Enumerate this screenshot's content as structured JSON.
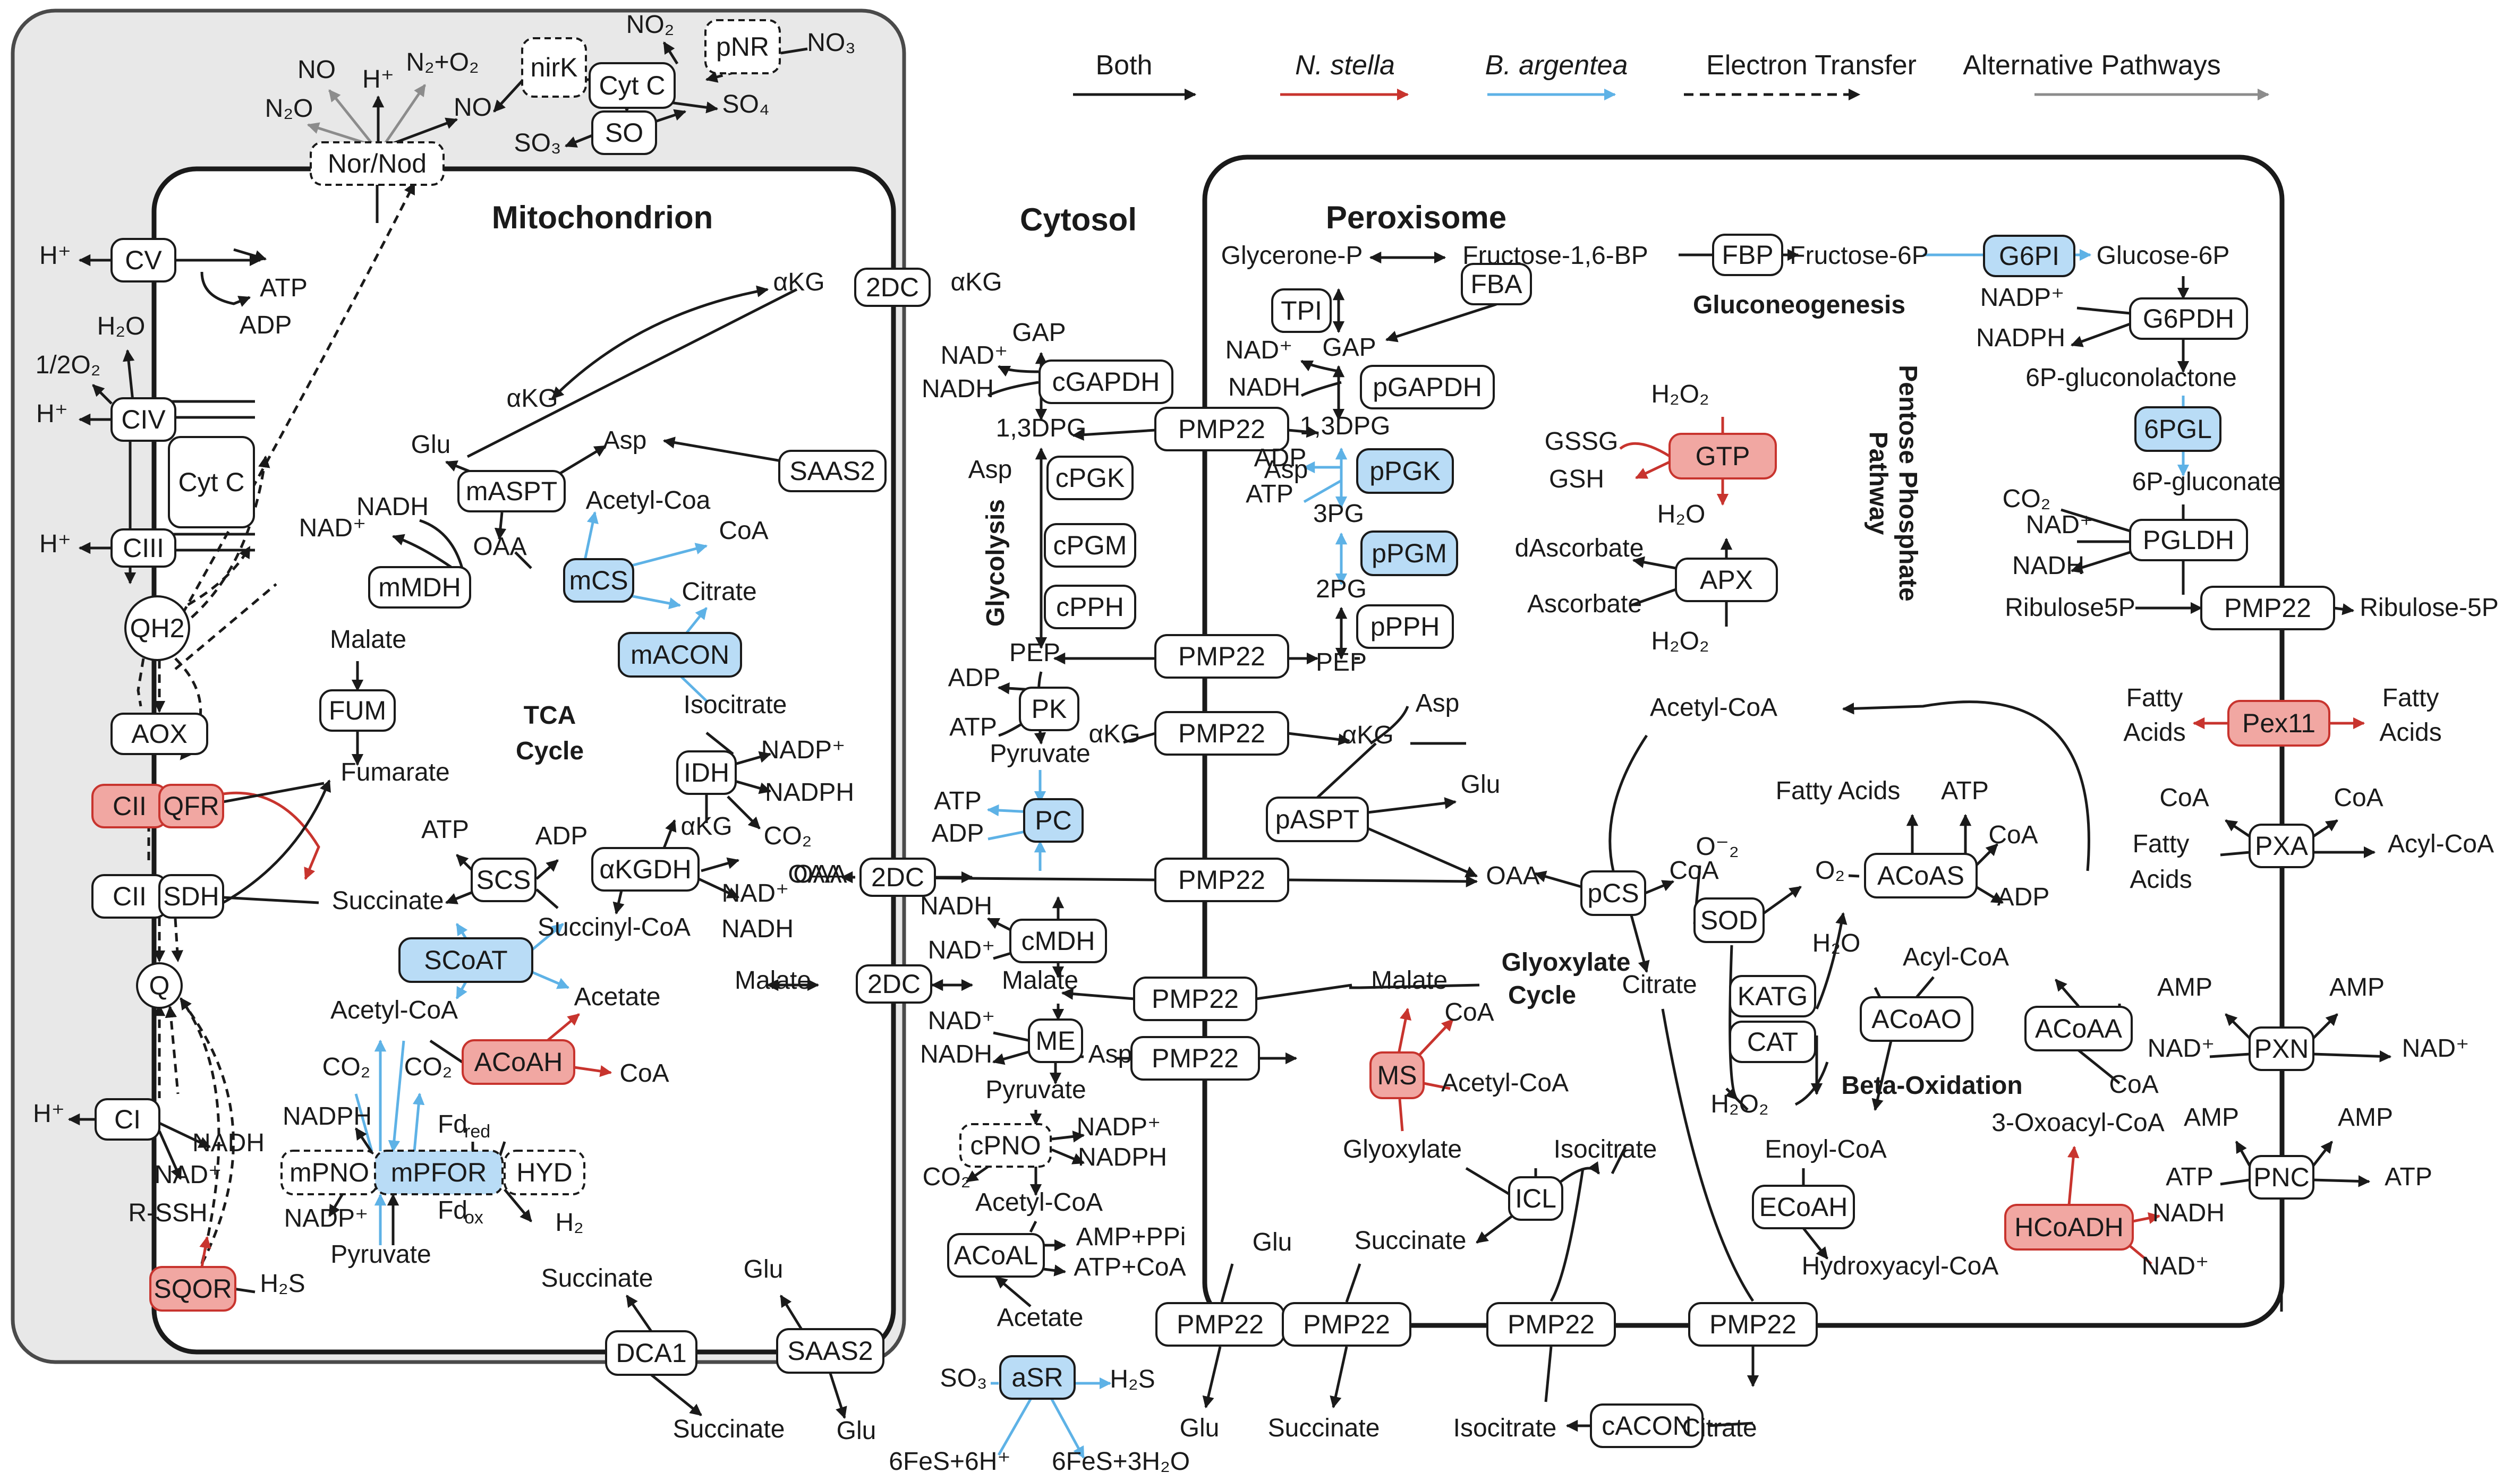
{
  "legend": {
    "both": "Both",
    "n_stella": "N. stella",
    "b_argentea": "B. argentea",
    "electron_transfer": "Electron Transfer",
    "alternative_pathways": "Alternative Pathways"
  },
  "colors": {
    "both": "#1a1a1a",
    "n_stella": "#c8342e",
    "b_argentea": "#5eb2e6",
    "alternative": "#8c8c8c",
    "n_stella_fill": "#f1a7a2",
    "b_argentea_fill": "#b9dcf6",
    "outer_compartment_fill": "#e8e8e8"
  },
  "compartments": {
    "mitochondrion": "Mitochondrion",
    "cytosol": "Cytosol",
    "peroxisome": "Peroxisome"
  },
  "labels": [
    {
      "id": "l1",
      "t": "NO"
    },
    {
      "id": "l2",
      "t": "H⁺"
    },
    {
      "id": "l3",
      "t": "N₂+O₂"
    },
    {
      "id": "l4",
      "t": "N₂O"
    },
    {
      "id": "l5",
      "t": "NO"
    },
    {
      "id": "l6",
      "t": "NO₂"
    },
    {
      "id": "l7",
      "t": "NO₃"
    },
    {
      "id": "l8",
      "t": "SO₄"
    },
    {
      "id": "l9",
      "t": "SO₃"
    },
    {
      "id": "l10",
      "t": "H⁺"
    },
    {
      "id": "l11",
      "t": "ATP"
    },
    {
      "id": "l12",
      "t": "ADP"
    },
    {
      "id": "l13",
      "t": "H₂O"
    },
    {
      "id": "l14",
      "t": "1/2O₂"
    },
    {
      "id": "l15",
      "t": "H⁺"
    },
    {
      "id": "l16",
      "t": "H⁺"
    },
    {
      "id": "l17",
      "t": "H⁺"
    },
    {
      "id": "l18",
      "t": "NADH"
    },
    {
      "id": "l19",
      "t": "NAD⁺"
    },
    {
      "id": "l20",
      "t": "R-SSH"
    },
    {
      "id": "l21",
      "t": "H₂S"
    },
    {
      "id": "l22",
      "t": "αKG"
    },
    {
      "id": "l23",
      "t": "αKG"
    },
    {
      "id": "l24",
      "t": "αKG"
    },
    {
      "id": "l25",
      "t": "Glu"
    },
    {
      "id": "l26",
      "t": "Asp"
    },
    {
      "id": "l27",
      "t": "Asp"
    },
    {
      "id": "l28",
      "t": "NADH"
    },
    {
      "id": "l29",
      "t": "NAD⁺"
    },
    {
      "id": "l30",
      "t": "OAA"
    },
    {
      "id": "l31",
      "t": "Acetyl-Coa"
    },
    {
      "id": "l32",
      "t": "CoA"
    },
    {
      "id": "l33",
      "t": "Citrate"
    },
    {
      "id": "l34",
      "t": "Isocitrate"
    },
    {
      "id": "l35",
      "t": "Malate"
    },
    {
      "id": "l36",
      "t": "Fumarate"
    },
    {
      "id": "l37",
      "t": "TCA"
    },
    {
      "id": "l38",
      "t": "Cycle"
    },
    {
      "id": "l39",
      "t": "NADP⁺"
    },
    {
      "id": "l40",
      "t": "NADPH"
    },
    {
      "id": "l41",
      "t": "CO₂"
    },
    {
      "id": "l42",
      "t": "αKG"
    },
    {
      "id": "l43",
      "t": "NAD⁺"
    },
    {
      "id": "l44",
      "t": "NADH"
    },
    {
      "id": "l45",
      "t": "OAA"
    },
    {
      "id": "l46",
      "t": "Succinyl-CoA"
    },
    {
      "id": "l47",
      "t": "ATP"
    },
    {
      "id": "l48",
      "t": "ADP"
    },
    {
      "id": "l49",
      "t": "Succinate"
    },
    {
      "id": "l50",
      "t": "Acetyl-CoA"
    },
    {
      "id": "l51",
      "t": "Acetate"
    },
    {
      "id": "l52",
      "t": "CoA"
    },
    {
      "id": "l53",
      "t": "CO₂"
    },
    {
      "id": "l54",
      "t": "CO₂"
    },
    {
      "id": "l55",
      "t": "NADPH"
    },
    {
      "id": "l56",
      "t": "NADP⁺"
    },
    {
      "id": "l57",
      "t": "Pyruvate"
    },
    {
      "id": "l58",
      "t": "Fd"
    },
    {
      "id": "l59",
      "t": "Fd"
    },
    {
      "id": "l60",
      "t": "H₂"
    },
    {
      "id": "l61",
      "t": "Succinate"
    },
    {
      "id": "l62",
      "t": "Glu"
    },
    {
      "id": "l63",
      "t": "Succinate"
    },
    {
      "id": "l64",
      "t": "Glu"
    },
    {
      "id": "l65",
      "t": "NAD⁺"
    },
    {
      "id": "l66",
      "t": "NADH"
    },
    {
      "id": "l67",
      "t": "GAP"
    },
    {
      "id": "l68",
      "t": "1,3DPG"
    },
    {
      "id": "l69",
      "t": "Glycolysis"
    },
    {
      "id": "l70",
      "t": "ADP"
    },
    {
      "id": "l71",
      "t": "ATP"
    },
    {
      "id": "l72",
      "t": "PEP"
    },
    {
      "id": "l73",
      "t": "Pyruvate"
    },
    {
      "id": "l74",
      "t": "ATP"
    },
    {
      "id": "l75",
      "t": "ADP"
    },
    {
      "id": "l76",
      "t": "OAA"
    },
    {
      "id": "l77",
      "t": "NADH"
    },
    {
      "id": "l78",
      "t": "NAD⁺"
    },
    {
      "id": "l79",
      "t": "Malate"
    },
    {
      "id": "l80",
      "t": "Malate"
    },
    {
      "id": "l81",
      "t": "NAD⁺"
    },
    {
      "id": "l82",
      "t": "NADH"
    },
    {
      "id": "l83",
      "t": "Asp"
    },
    {
      "id": "l84",
      "t": "Pyruvate"
    },
    {
      "id": "l85",
      "t": "NADP⁺"
    },
    {
      "id": "l86",
      "t": "NADPH"
    },
    {
      "id": "l87",
      "t": "CO₂"
    },
    {
      "id": "l88",
      "t": "Acetyl-CoA"
    },
    {
      "id": "l89",
      "t": "AMP+PPi"
    },
    {
      "id": "l90",
      "t": "ATP+CoA"
    },
    {
      "id": "l91",
      "t": "Acetate"
    },
    {
      "id": "l92",
      "t": "SO₃"
    },
    {
      "id": "l93",
      "t": "H₂S"
    },
    {
      "id": "l94",
      "t": "6FeS+6H⁺"
    },
    {
      "id": "l95",
      "t": "6FeS+3H₂O"
    },
    {
      "id": "l96",
      "t": "αKG"
    },
    {
      "id": "l97",
      "t": "Asp"
    },
    {
      "id": "l98",
      "t": "Glycerone-P"
    },
    {
      "id": "l99",
      "t": "Fructose-1,6-BP"
    },
    {
      "id": "l100",
      "t": "Fructose-6P"
    },
    {
      "id": "l101",
      "t": "Glucose-6P"
    },
    {
      "id": "l102",
      "t": "Gluconeogenesis"
    },
    {
      "id": "l103",
      "t": "NAD⁺"
    },
    {
      "id": "l104",
      "t": "GAP"
    },
    {
      "id": "l105",
      "t": "NADH"
    },
    {
      "id": "l106",
      "t": "1,3DPG"
    },
    {
      "id": "l107",
      "t": "ADP"
    },
    {
      "id": "l108",
      "t": "ATP"
    },
    {
      "id": "l109",
      "t": "3PG"
    },
    {
      "id": "l110",
      "t": "2PG"
    },
    {
      "id": "l111",
      "t": "PEP"
    },
    {
      "id": "l112",
      "t": "αKG"
    },
    {
      "id": "l113",
      "t": "Asp"
    },
    {
      "id": "l114",
      "t": "Glu"
    },
    {
      "id": "l115",
      "t": "OAA"
    },
    {
      "id": "l116",
      "t": "H₂O₂"
    },
    {
      "id": "l117",
      "t": "GSSG"
    },
    {
      "id": "l118",
      "t": "GSH"
    },
    {
      "id": "l119",
      "t": "H₂O"
    },
    {
      "id": "l120",
      "t": "dAscorbate"
    },
    {
      "id": "l121",
      "t": "Ascorbate"
    },
    {
      "id": "l122",
      "t": "H₂O₂"
    },
    {
      "id": "l123",
      "t": "NADP⁺"
    },
    {
      "id": "l124",
      "t": "NADPH"
    },
    {
      "id": "l125",
      "t": "6P-gluconolactone"
    },
    {
      "id": "l126",
      "t": "CO₂"
    },
    {
      "id": "l127",
      "t": "6P-gluconate"
    },
    {
      "id": "l128",
      "t": "NAD⁺"
    },
    {
      "id": "l129",
      "t": "NADH"
    },
    {
      "id": "l130",
      "t": "Ribulose5P"
    },
    {
      "id": "l131",
      "t": "Ribulose-5P"
    },
    {
      "id": "l132",
      "t": "Pentose Phosphate"
    },
    {
      "id": "l133",
      "t": "Pathway"
    },
    {
      "id": "l134",
      "t": "Acetyl-CoA"
    },
    {
      "id": "l135",
      "t": "Fatty Acids"
    },
    {
      "id": "l136",
      "t": "ATP"
    },
    {
      "id": "l137",
      "t": "CoA"
    },
    {
      "id": "l138",
      "t": "ADP"
    },
    {
      "id": "l139",
      "t": "O⁻₂"
    },
    {
      "id": "l140",
      "t": "O₂"
    },
    {
      "id": "l141",
      "t": "CoA"
    },
    {
      "id": "l142",
      "t": "Citrate"
    },
    {
      "id": "l143",
      "t": "Glyoxylate"
    },
    {
      "id": "l144",
      "t": "Cycle"
    },
    {
      "id": "l145",
      "t": "Malate"
    },
    {
      "id": "l146",
      "t": "CoA"
    },
    {
      "id": "l147",
      "t": "Acetyl-CoA"
    },
    {
      "id": "l148",
      "t": "H₂O"
    },
    {
      "id": "l149",
      "t": "Acyl-CoA"
    },
    {
      "id": "l150",
      "t": "H₂O₂"
    },
    {
      "id": "l151",
      "t": "Beta-Oxidation"
    },
    {
      "id": "l152",
      "t": "CoA"
    },
    {
      "id": "l153",
      "t": "3-Oxoacyl-CoA"
    },
    {
      "id": "l154",
      "t": "Enoyl-CoA"
    },
    {
      "id": "l155",
      "t": "Glyoxylate"
    },
    {
      "id": "l156",
      "t": "Isocitrate"
    },
    {
      "id": "l157",
      "t": "Succinate"
    },
    {
      "id": "l158",
      "t": "Glu"
    },
    {
      "id": "l159",
      "t": "NADH"
    },
    {
      "id": "l160",
      "t": "NAD⁺"
    },
    {
      "id": "l161",
      "t": "Hydroxyacyl-CoA"
    },
    {
      "id": "l162",
      "t": "Glu"
    },
    {
      "id": "l163",
      "t": "Succinate"
    },
    {
      "id": "l164",
      "t": "Isocitrate"
    },
    {
      "id": "l165",
      "t": "Citrate"
    },
    {
      "id": "l166",
      "t": "Fatty"
    },
    {
      "id": "l167",
      "t": "Acids"
    },
    {
      "id": "l168",
      "t": "Fatty"
    },
    {
      "id": "l169",
      "t": "Acids"
    },
    {
      "id": "l170",
      "t": "CoA"
    },
    {
      "id": "l171",
      "t": "CoA"
    },
    {
      "id": "l172",
      "t": "Fatty"
    },
    {
      "id": "l173",
      "t": "Acids"
    },
    {
      "id": "l174",
      "t": "Acyl-CoA"
    },
    {
      "id": "l175",
      "t": "AMP"
    },
    {
      "id": "l176",
      "t": "AMP"
    },
    {
      "id": "l177",
      "t": "NAD⁺"
    },
    {
      "id": "l178",
      "t": "NAD⁺"
    },
    {
      "id": "l179",
      "t": "AMP"
    },
    {
      "id": "l180",
      "t": "AMP"
    },
    {
      "id": "l181",
      "t": "ATP"
    },
    {
      "id": "l182",
      "t": "ATP"
    }
  ],
  "subscripts": {
    "fd_red": "red",
    "fd_ox": "ox"
  },
  "nodes": [
    {
      "id": "nirK",
      "t": "nirK"
    },
    {
      "id": "CytC1",
      "t": "Cyt C"
    },
    {
      "id": "pNR",
      "t": "pNR"
    },
    {
      "id": "SO",
      "t": "SO"
    },
    {
      "id": "NorNod",
      "t": "Nor/Nod"
    },
    {
      "id": "CV",
      "t": "CV"
    },
    {
      "id": "CIV",
      "t": "CIV"
    },
    {
      "id": "CytC2",
      "t": "Cyt C"
    },
    {
      "id": "CIII",
      "t": "CIII"
    },
    {
      "id": "QH2",
      "t": "QH2"
    },
    {
      "id": "AOX",
      "t": "AOX"
    },
    {
      "id": "CIIa",
      "t": "CII"
    },
    {
      "id": "QFR",
      "t": "QFR"
    },
    {
      "id": "CIIb",
      "t": "CII"
    },
    {
      "id": "SDH",
      "t": "SDH"
    },
    {
      "id": "Q",
      "t": "Q"
    },
    {
      "id": "CI",
      "t": "CI"
    },
    {
      "id": "SQOR",
      "t": "SQOR"
    },
    {
      "id": "mASPT",
      "t": "mASPT"
    },
    {
      "id": "mMDH",
      "t": "mMDH"
    },
    {
      "id": "mCS",
      "t": "mCS"
    },
    {
      "id": "mACON",
      "t": "mACON"
    },
    {
      "id": "FUM",
      "t": "FUM"
    },
    {
      "id": "IDH",
      "t": "IDH"
    },
    {
      "id": "aKGDH",
      "t": "αKGDH"
    },
    {
      "id": "SCS",
      "t": "SCS"
    },
    {
      "id": "SCoAT",
      "t": "SCoAT"
    },
    {
      "id": "ACoAH",
      "t": "ACoAH"
    },
    {
      "id": "mPNO",
      "t": "mPNO"
    },
    {
      "id": "mPFOR",
      "t": "mPFOR"
    },
    {
      "id": "HYD",
      "t": "HYD"
    },
    {
      "id": "DCA1",
      "t": "DCA1"
    },
    {
      "id": "SAAS2b",
      "t": "SAAS2"
    },
    {
      "id": "TwoDC1",
      "t": "2DC"
    },
    {
      "id": "SAAS2a",
      "t": "SAAS2"
    },
    {
      "id": "TwoDC2",
      "t": "2DC"
    },
    {
      "id": "TwoDC3",
      "t": "2DC"
    },
    {
      "id": "cGAPDH",
      "t": "cGAPDH"
    },
    {
      "id": "cPGK",
      "t": "cPGK"
    },
    {
      "id": "cPGM",
      "t": "cPGM"
    },
    {
      "id": "cPPH",
      "t": "cPPH"
    },
    {
      "id": "PK",
      "t": "PK"
    },
    {
      "id": "PC",
      "t": "PC"
    },
    {
      "id": "cMDH",
      "t": "cMDH"
    },
    {
      "id": "ME",
      "t": "ME"
    },
    {
      "id": "cPNO",
      "t": "cPNO"
    },
    {
      "id": "ACoAL",
      "t": "ACoAL"
    },
    {
      "id": "aSR",
      "t": "aSR"
    },
    {
      "id": "PMP1",
      "t": "PMP22"
    },
    {
      "id": "PMP2",
      "t": "PMP22"
    },
    {
      "id": "PMP3",
      "t": "PMP22"
    },
    {
      "id": "PMP4",
      "t": "PMP22"
    },
    {
      "id": "PMP5",
      "t": "PMP22"
    },
    {
      "id": "PMP6",
      "t": "PMP22"
    },
    {
      "id": "PMP7",
      "t": "PMP22"
    },
    {
      "id": "PMP8",
      "t": "PMP22"
    },
    {
      "id": "PMP9",
      "t": "PMP22"
    },
    {
      "id": "PMP10",
      "t": "PMP22"
    },
    {
      "id": "PMP11",
      "t": "PMP22"
    },
    {
      "id": "cACON",
      "t": "cACON"
    },
    {
      "id": "FBP",
      "t": "FBP"
    },
    {
      "id": "G6PI",
      "t": "G6PI"
    },
    {
      "id": "FBA",
      "t": "FBA"
    },
    {
      "id": "TPI",
      "t": "TPI"
    },
    {
      "id": "pGAPDH",
      "t": "pGAPDH"
    },
    {
      "id": "pPGK",
      "t": "pPGK"
    },
    {
      "id": "pPGM",
      "t": "pPGM"
    },
    {
      "id": "pPPH",
      "t": "pPPH"
    },
    {
      "id": "pASPT",
      "t": "pASPT"
    },
    {
      "id": "GTP",
      "t": "GTP"
    },
    {
      "id": "APX",
      "t": "APX"
    },
    {
      "id": "G6PDH",
      "t": "G6PDH"
    },
    {
      "id": "SixPGL",
      "t": "6PGL"
    },
    {
      "id": "PGLDH",
      "t": "PGLDH"
    },
    {
      "id": "pCS",
      "t": "pCS"
    },
    {
      "id": "SOD",
      "t": "SOD"
    },
    {
      "id": "ACoAS",
      "t": "ACoAS"
    },
    {
      "id": "KATG",
      "t": "KATG"
    },
    {
      "id": "CAT",
      "t": "CAT"
    },
    {
      "id": "ACoAO",
      "t": "ACoAO"
    },
    {
      "id": "ACoAA",
      "t": "ACoAA"
    },
    {
      "id": "MS",
      "t": "MS"
    },
    {
      "id": "ICL",
      "t": "ICL"
    },
    {
      "id": "ECoAH",
      "t": "ECoAH"
    },
    {
      "id": "HCoADH",
      "t": "HCoADH"
    },
    {
      "id": "Pex11",
      "t": "Pex11"
    },
    {
      "id": "PXA",
      "t": "PXA"
    },
    {
      "id": "PXN",
      "t": "PXN"
    },
    {
      "id": "PNC",
      "t": "PNC"
    }
  ]
}
